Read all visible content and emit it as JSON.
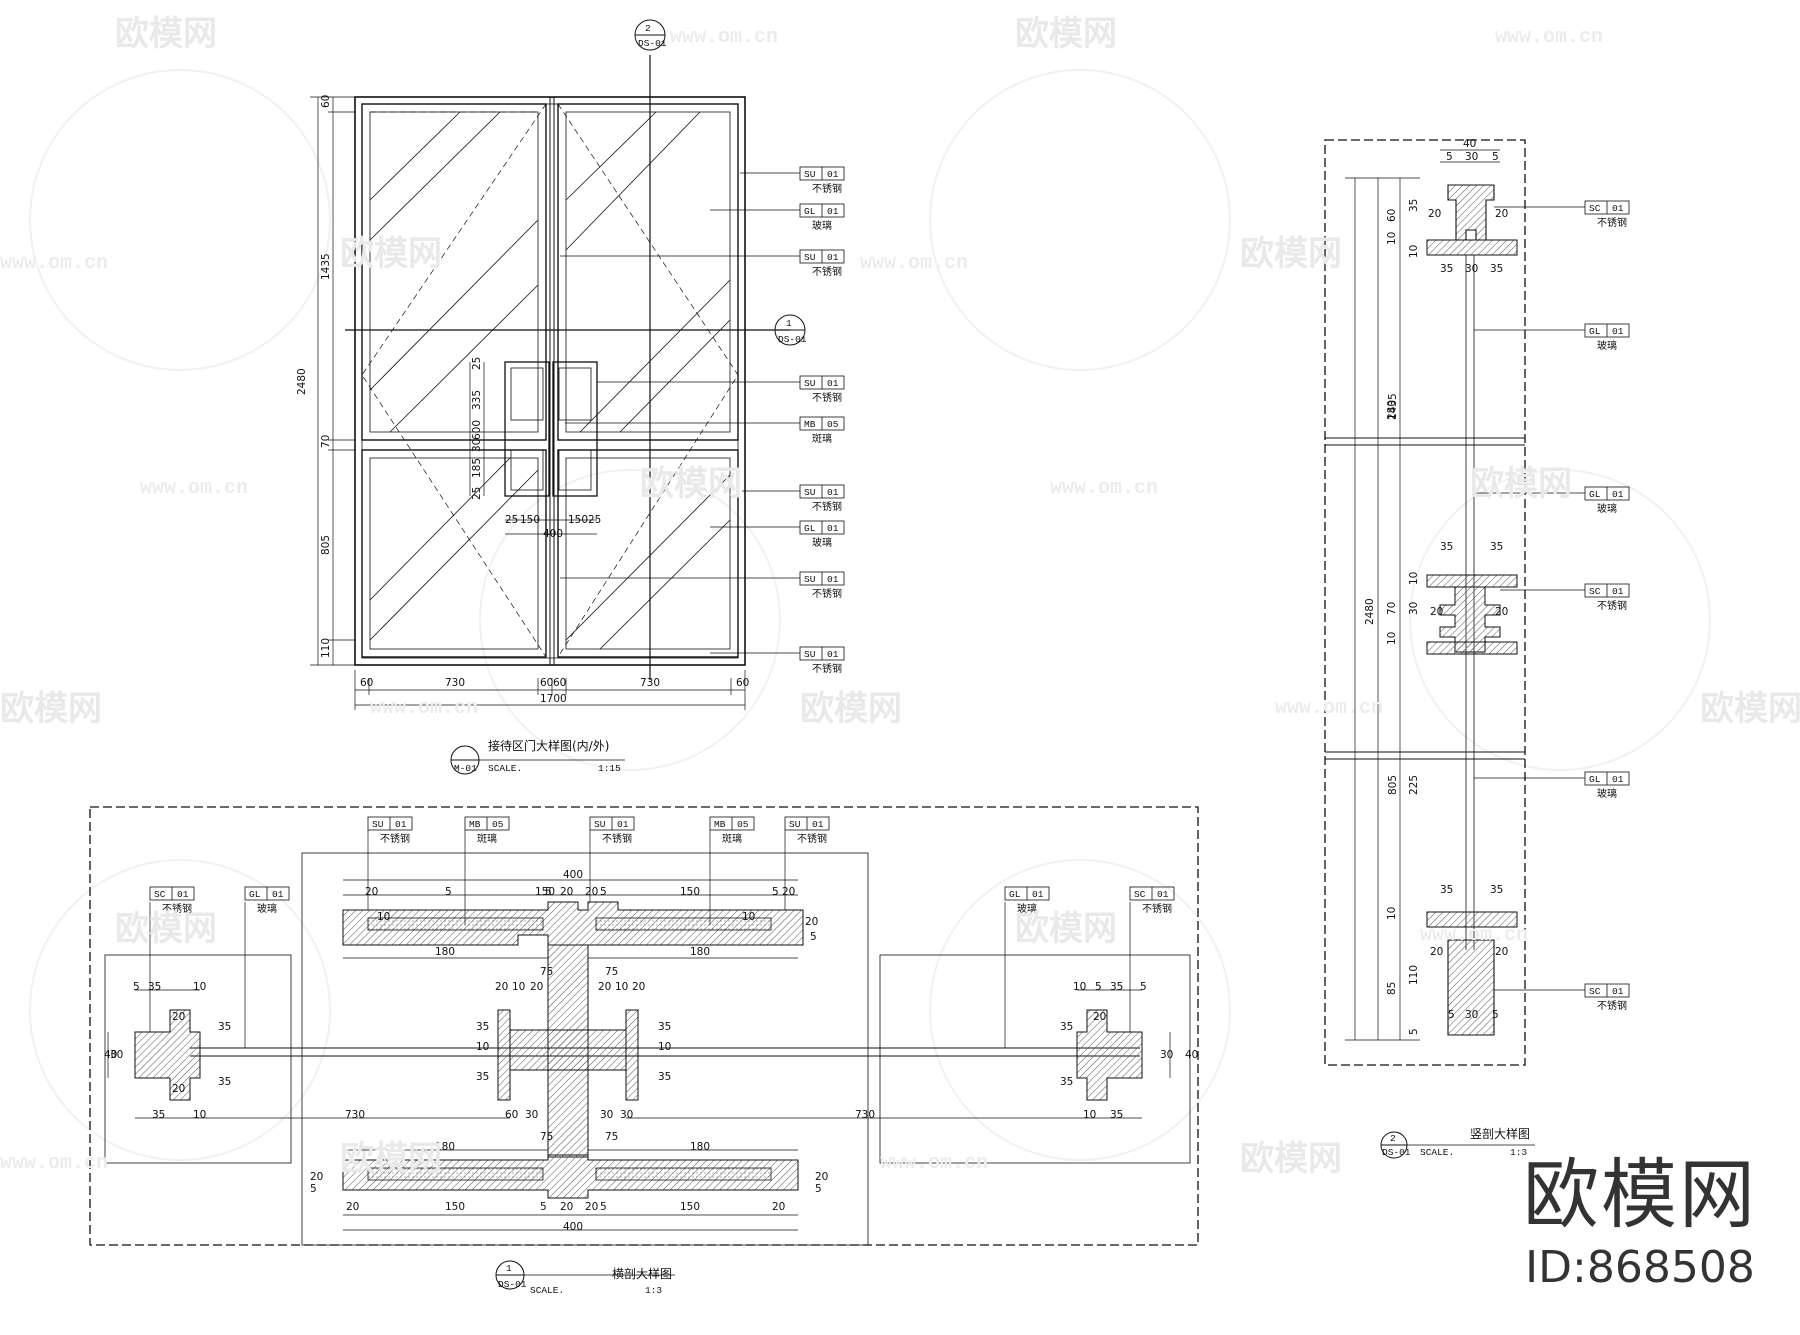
{
  "brand": {
    "logo_text": "欧模网",
    "id_text": "ID:868508"
  },
  "watermarks": {
    "logo_text": "欧模网",
    "url_text": "www.om.cn"
  },
  "elevation": {
    "title": "接待区门大样图(内/外)",
    "tag_id": "M-01",
    "scale_label": "SCALE.",
    "scale_value": "1:15",
    "section_marker_1": {
      "num": "1",
      "ref": "DS-01"
    },
    "section_marker_2": {
      "num": "2",
      "ref": "DS-01"
    },
    "dims_bottom": [
      "60",
      "730",
      "60",
      "60",
      "730",
      "60"
    ],
    "dim_total_width": "1700",
    "dims_left": [
      "60",
      "1435",
      "70",
      "805",
      "110"
    ],
    "dim_total_height": "2480",
    "handle_dims_v": [
      "25",
      "335",
      "600",
      "30",
      "185",
      "25"
    ],
    "handle_dims_h": [
      "25",
      "150",
      "150",
      "25"
    ],
    "handle_total": "400",
    "callouts": [
      {
        "code": "SU",
        "no": "01",
        "text": "不锈钢"
      },
      {
        "code": "GL",
        "no": "01",
        "text": "玻璃"
      },
      {
        "code": "SU",
        "no": "01",
        "text": "不锈钢"
      },
      {
        "code": "SU",
        "no": "01",
        "text": "不锈钢"
      },
      {
        "code": "MB",
        "no": "05",
        "text": "斑璃"
      },
      {
        "code": "SU",
        "no": "01",
        "text": "不锈钢"
      },
      {
        "code": "GL",
        "no": "01",
        "text": "玻璃"
      },
      {
        "code": "SU",
        "no": "01",
        "text": "不锈钢"
      },
      {
        "code": "SU",
        "no": "01",
        "text": "不锈钢"
      }
    ]
  },
  "vertical_section": {
    "title": "竖剖大样图",
    "tag_num": "2",
    "tag_ref": "DS-01",
    "scale_label": "SCALE.",
    "scale_value": "1:3",
    "dims_top": [
      "40",
      "5",
      "30",
      "5"
    ],
    "dims_left_outer": [
      "2480",
      "1435",
      "805"
    ],
    "dims_left_inner": [
      "60",
      "35",
      "10",
      "10",
      "280",
      "10",
      "70",
      "30",
      "10",
      "225",
      "10",
      "110",
      "85",
      "5"
    ],
    "dims_misc": [
      "20",
      "20",
      "35",
      "30",
      "35",
      "35",
      "35",
      "20",
      "20",
      "35",
      "35",
      "20",
      "20",
      "5",
      "30",
      "5"
    ],
    "callouts": [
      {
        "code": "SC",
        "no": "01",
        "text": "不锈钢"
      },
      {
        "code": "GL",
        "no": "01",
        "text": "玻璃"
      },
      {
        "code": "GL",
        "no": "01",
        "text": "玻璃"
      },
      {
        "code": "SC",
        "no": "01",
        "text": "不锈钢"
      },
      {
        "code": "GL",
        "no": "01",
        "text": "玻璃"
      },
      {
        "code": "SC",
        "no": "01",
        "text": "不锈钢"
      }
    ]
  },
  "horizontal_section": {
    "title": "横剖大样图",
    "tag_num": "1",
    "tag_ref": "DS-01",
    "scale_label": "SCALE.",
    "scale_value": "1:3",
    "dims_handle_top": [
      "400",
      "20",
      "5",
      "150",
      "5",
      "20",
      "20",
      "5",
      "150",
      "5",
      "20",
      "10",
      "10",
      "20",
      "5",
      "180",
      "180"
    ],
    "dims_handle_bottom": [
      "180",
      "180",
      "20",
      "150",
      "5",
      "20",
      "20",
      "5",
      "150",
      "20",
      "400",
      "5",
      "20",
      "5",
      "20"
    ],
    "dims_mid": [
      "75",
      "75",
      "20",
      "10",
      "20",
      "20",
      "10",
      "20",
      "75",
      "75",
      "35",
      "10",
      "35",
      "35",
      "10",
      "35",
      "60",
      "30",
      "30",
      "30"
    ],
    "dims_left": [
      "5",
      "35",
      "10",
      "20",
      "35",
      "40",
      "30",
      "20",
      "35",
      "35",
      "10",
      "730"
    ],
    "dims_right": [
      "10",
      "5",
      "35",
      "5",
      "20",
      "35",
      "30",
      "40",
      "35",
      "10",
      "35",
      "730"
    ],
    "callouts": [
      {
        "code": "SU",
        "no": "01",
        "text": "不锈钢"
      },
      {
        "code": "MB",
        "no": "05",
        "text": "斑璃"
      },
      {
        "code": "SU",
        "no": "01",
        "text": "不锈钢"
      },
      {
        "code": "MB",
        "no": "05",
        "text": "斑璃"
      },
      {
        "code": "SU",
        "no": "01",
        "text": "不锈钢"
      },
      {
        "code": "SC",
        "no": "01",
        "text": "不锈钢"
      },
      {
        "code": "GL",
        "no": "01",
        "text": "玻璃"
      },
      {
        "code": "GL",
        "no": "01",
        "text": "玻璃"
      },
      {
        "code": "SC",
        "no": "01",
        "text": "不锈钢"
      }
    ]
  }
}
